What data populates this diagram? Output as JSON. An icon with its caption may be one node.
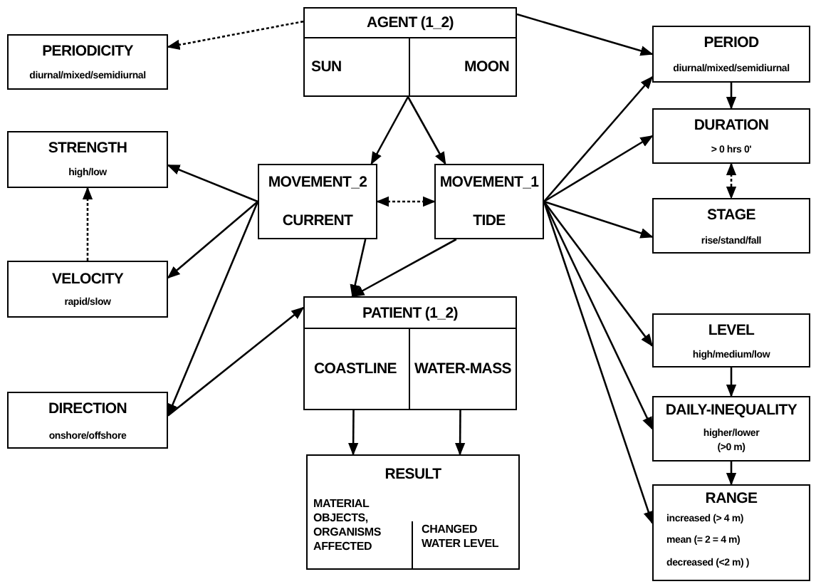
{
  "diagram": {
    "nodes": [
      {
        "text": [
          "AGENT (1_2)"
        ]
      },
      {
        "text": [
          "SUN"
        ],
        "in": 0
      },
      {
        "text": [
          "MOON"
        ],
        "in": 0
      },
      {
        "text": [
          "PERIODICITY",
          "diurnal/mixed/semidiurnal"
        ]
      },
      {
        "text": [
          "PERIOD",
          "diurnal/mixed/semidiurnal"
        ]
      },
      {
        "text": [
          "MOVEMENT_2",
          "CURRENT"
        ]
      },
      {
        "text": [
          "MOVEMENT_1",
          "TIDE"
        ]
      },
      {
        "text": [
          "STRENGTH",
          "high/low"
        ]
      },
      {
        "text": [
          "DURATION",
          "> 0 hrs 0'"
        ]
      },
      {
        "text": [
          "STAGE",
          "rise/stand/fall"
        ]
      },
      {
        "text": [
          "VELOCITY",
          "rapid/slow"
        ]
      },
      {
        "text": [
          "PATIENT (1_2)"
        ]
      },
      {
        "text": [
          "COASTLINE"
        ],
        "in": 11
      },
      {
        "text": [
          "WATER-MASS"
        ],
        "in": 11
      },
      {
        "text": [
          "DIRECTION",
          "onshore/offshore"
        ]
      },
      {
        "text": [
          "LEVEL",
          "high/medium/low"
        ]
      },
      {
        "text": [
          "DAILY-INEQUALITY",
          "higher/lower",
          "(>0 m)"
        ]
      },
      {
        "text": [
          "RESULT",
          "MATERIAL OBJECTS, ORGANISMS AFFECTED",
          "CHANGED WATER LEVEL"
        ]
      },
      {
        "text": [
          "RANGE",
          "increased (> 4 m)",
          "mean (= 2 = 4 m)",
          "decreased (<2 m) )"
        ]
      }
    ],
    "edges": [
      {
        "from": 0,
        "to": 3,
        "arrow": "to",
        "style": "dashed"
      },
      {
        "from": 0,
        "to": 4,
        "arrow": "to"
      },
      {
        "from": 0,
        "to": 5,
        "arrow": "to"
      },
      {
        "from": 0,
        "to": 6,
        "arrow": "to"
      },
      {
        "from": 5,
        "to": 6,
        "arrow": "both",
        "style": "dashed"
      },
      {
        "from": 5,
        "to": 7,
        "arrow": "to"
      },
      {
        "from": 5,
        "to": 10,
        "arrow": "to"
      },
      {
        "from": 5,
        "to": 14,
        "arrow": "to"
      },
      {
        "from": 14,
        "to": 11,
        "arrow": "to"
      },
      {
        "from": 10,
        "to": 7,
        "arrow": "to",
        "style": "dashed"
      },
      {
        "from": 5,
        "to": 11,
        "arrow": "to"
      },
      {
        "from": 6,
        "to": 11,
        "arrow": "to"
      },
      {
        "from": 6,
        "to": 4,
        "arrow": "to"
      },
      {
        "from": 6,
        "to": 8,
        "arrow": "to"
      },
      {
        "from": 6,
        "to": 9,
        "arrow": "to"
      },
      {
        "from": 6,
        "to": 15,
        "arrow": "to"
      },
      {
        "from": 6,
        "to": 16,
        "arrow": "to"
      },
      {
        "from": 6,
        "to": 18,
        "arrow": "to"
      },
      {
        "from": 4,
        "to": 8,
        "arrow": "to"
      },
      {
        "from": 8,
        "to": 9,
        "arrow": "both",
        "style": "dashed"
      },
      {
        "from": 15,
        "to": 16,
        "arrow": "to"
      },
      {
        "from": 16,
        "to": 18,
        "arrow": "to"
      },
      {
        "from": 12,
        "to": 17,
        "arrow": "to"
      },
      {
        "from": 13,
        "to": 17,
        "arrow": "to"
      }
    ]
  }
}
